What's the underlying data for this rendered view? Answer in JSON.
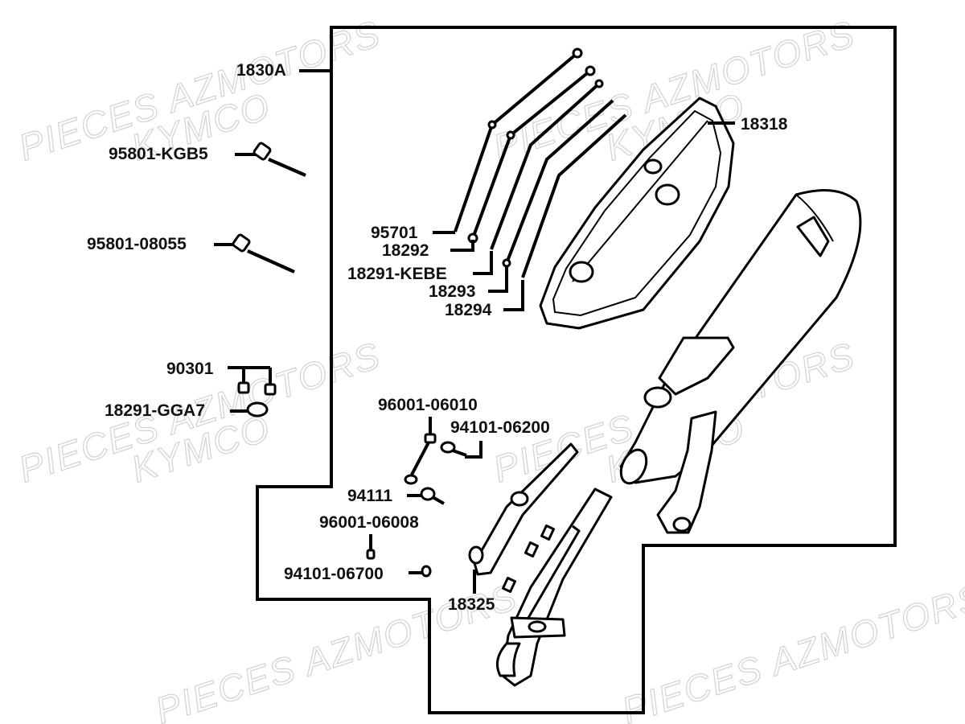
{
  "assembly_label": "1830A",
  "watermarks": [
    "PIECES AZMOTORS",
    "KYMCO"
  ],
  "labels": {
    "p95801_kgb5": "95801-KGB5",
    "p95801_08055": "95801-08055",
    "p90301": "90301",
    "p18291_gga7": "18291-GGA7",
    "p18318": "18318",
    "p95701": "95701",
    "p18292": "18292",
    "p18291_kebe": "18291-KEBE",
    "p18293": "18293",
    "p18294": "18294",
    "p96001_06010": "96001-06010",
    "p94101_06200": "94101-06200",
    "p94111": "94111",
    "p96001_06008": "96001-06008",
    "p94101_06700": "94101-06700",
    "p18325": "18325"
  }
}
